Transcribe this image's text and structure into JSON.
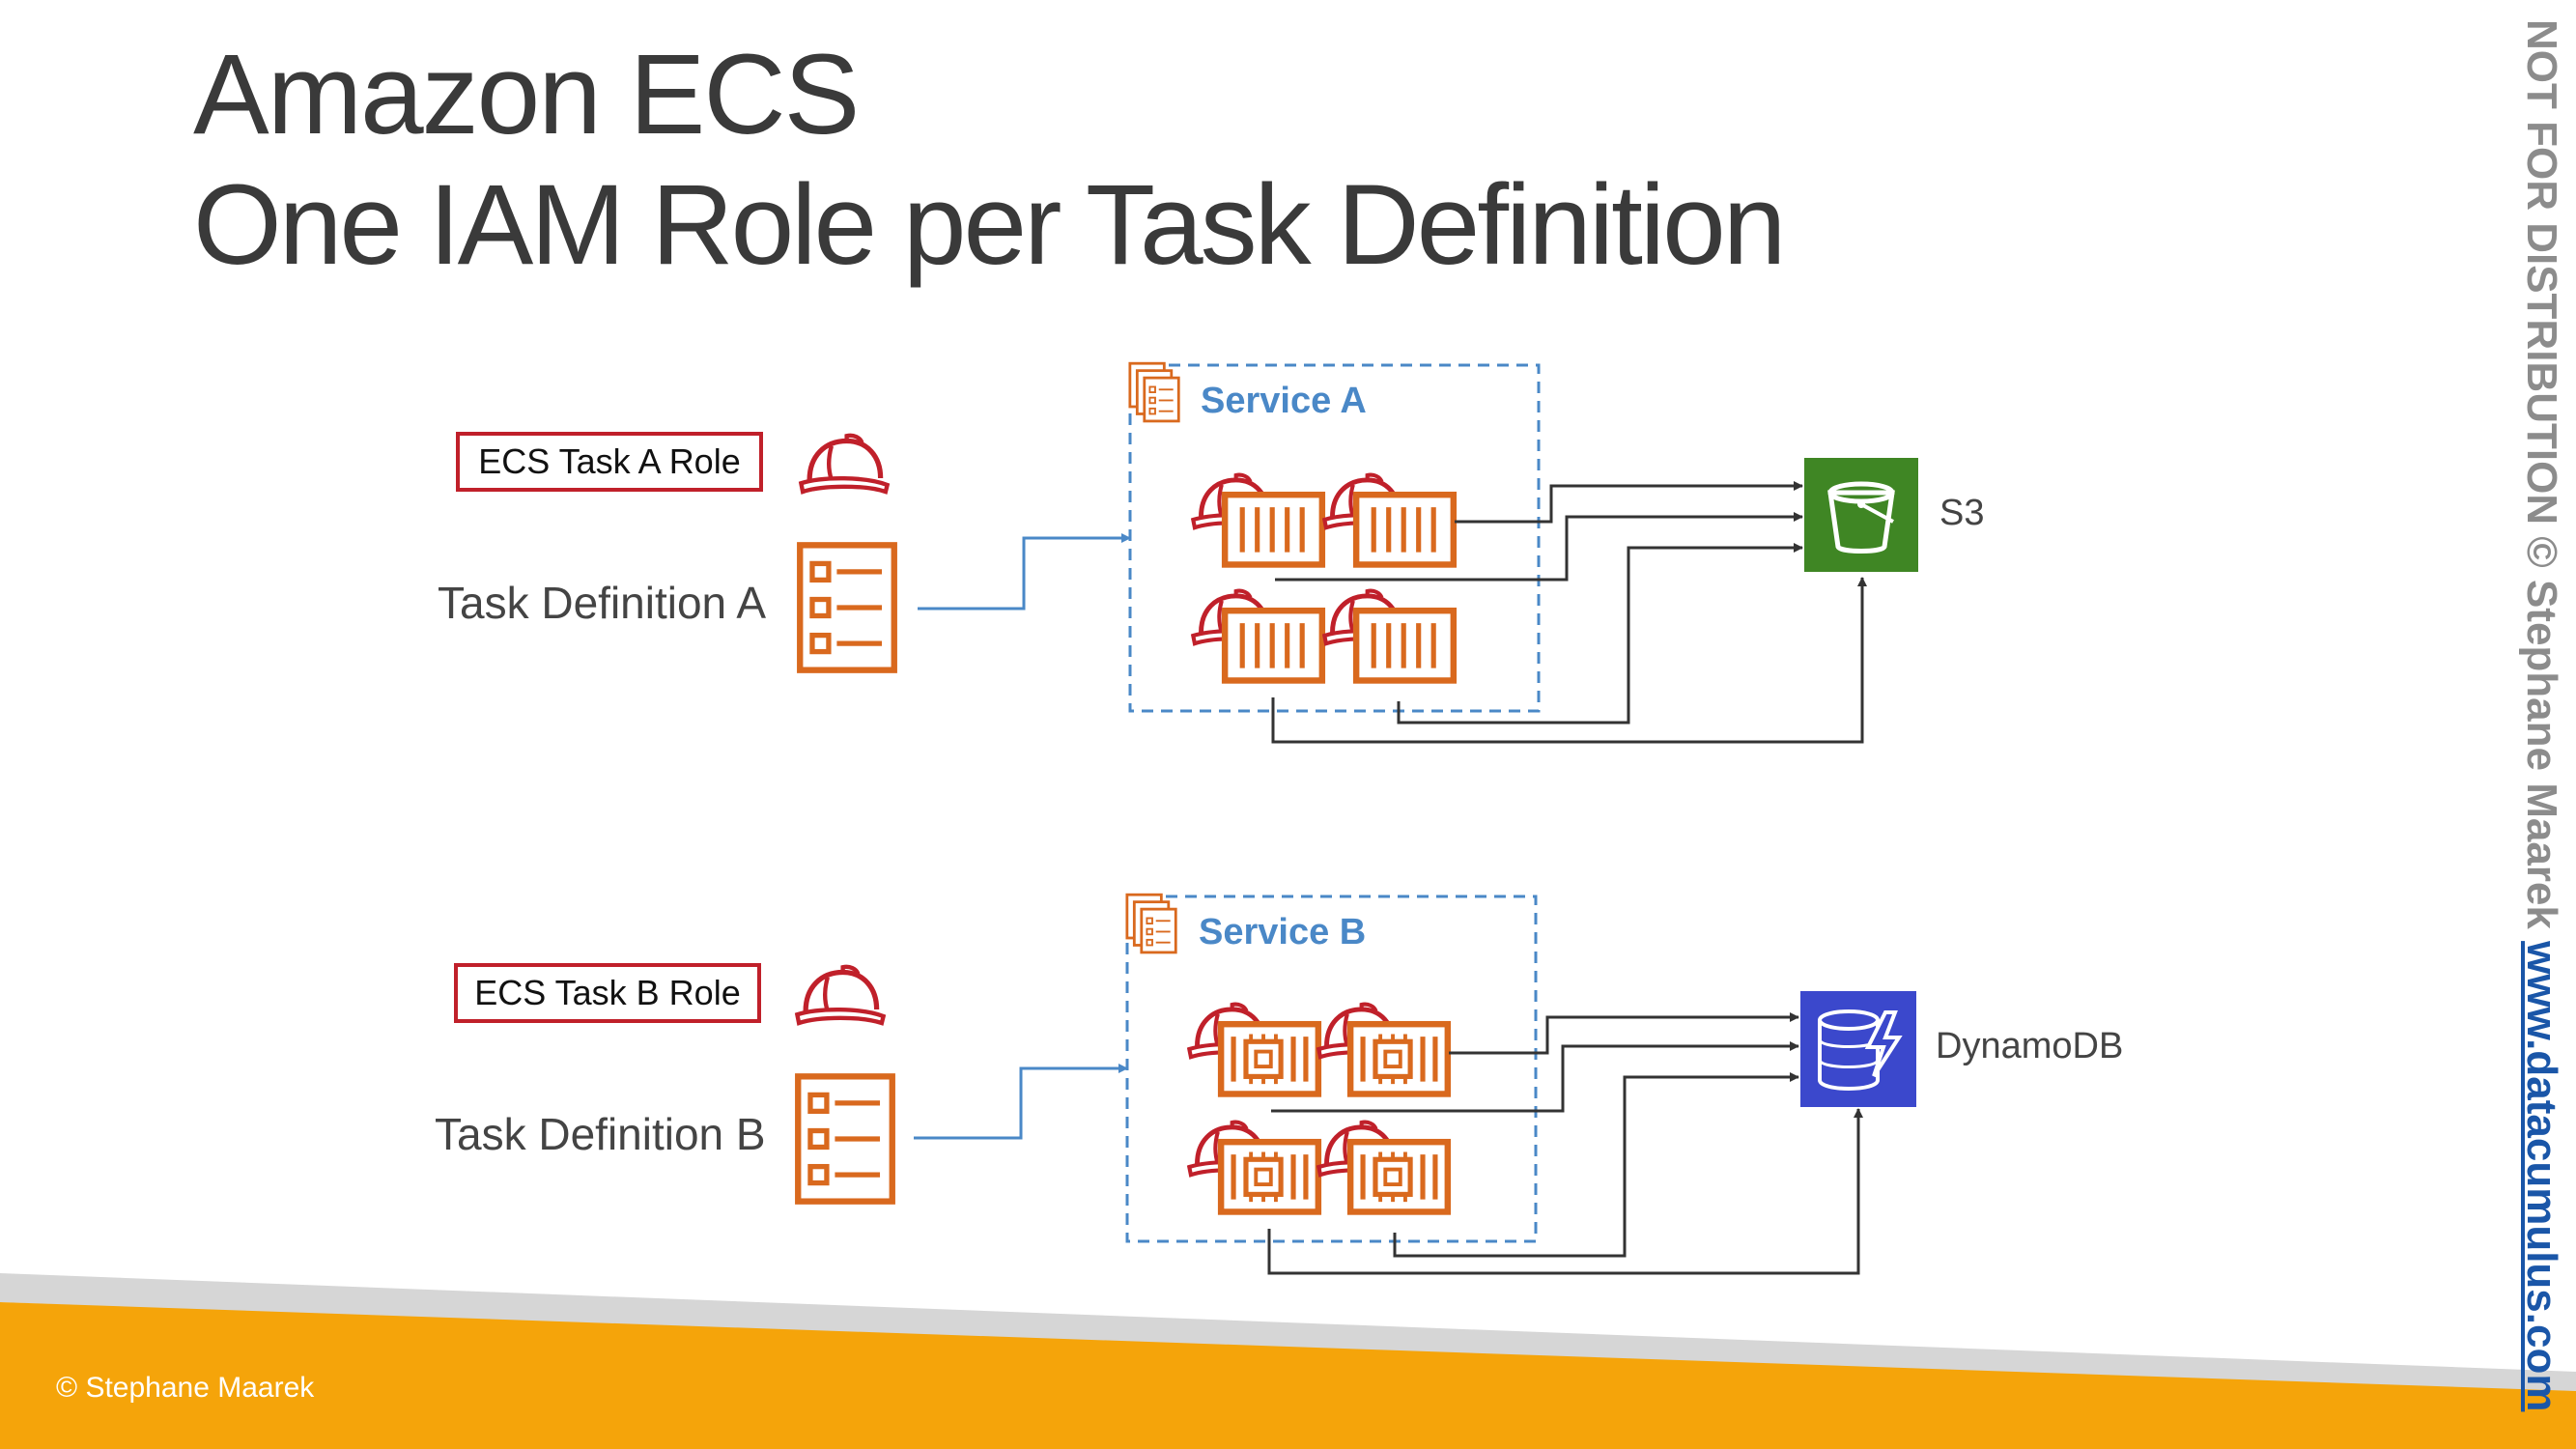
{
  "title": {
    "line1": "Amazon ECS",
    "line2": "One IAM Role per Task Definition"
  },
  "sections": [
    {
      "role_label": "ECS Task A Role",
      "task_def_label": "Task Definition A",
      "service_label": "Service A",
      "target_label": "S3"
    },
    {
      "role_label": "ECS Task B Role",
      "task_def_label": "Task Definition B",
      "service_label": "Service B",
      "target_label": "DynamoDB"
    }
  ],
  "footer": {
    "copyright": "© Stephane Maarek"
  },
  "side_text": {
    "notice": "NOT FOR DISTRIBUTION © Stephane Maarek ",
    "url": "www.datacumulus.com"
  },
  "colors": {
    "role_red": "#c0202a",
    "icon_orange": "#d9691e",
    "service_blue": "#4a88c7",
    "s3_green": "#3f8624",
    "dynamodb_blue": "#3b48cc",
    "banner_orange": "#f5a40a"
  }
}
